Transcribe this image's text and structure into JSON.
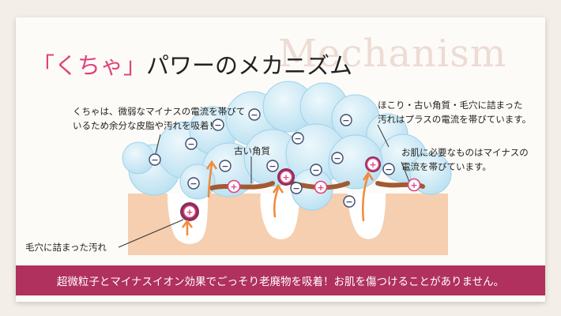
{
  "background_word": "Mechanism",
  "title": {
    "open_bracket": "「",
    "highlight": "くちゃ",
    "close_bracket": "」",
    "rest": "パワーのメカニズム"
  },
  "notes": {
    "left_line1": "くちゃは、微弱なマイナスの電流を帯びて",
    "left_line2": "いるため余分な皮脂や汚れを吸着！",
    "right_top_line1": "ほこり・古い角質・毛穴に詰まった",
    "right_top_line2": "汚れはプラスの電流を帯びています。",
    "right_mid_line1": "お肌に必要なものはマイナスの",
    "right_mid_line2": "電流を帯びています。",
    "old_keratin": "古い角質",
    "pore_dirt": "毛穴に詰まった汚れ"
  },
  "banner": "超微粒子とマイナスイオン効果でごっそり老廃物を吸着！お肌を傷つけることがありません。",
  "symbols": {
    "minus": "−",
    "plus": "+"
  },
  "colors": {
    "accent_pink": "#e0427d",
    "banner": "#b0305e",
    "skin": "#f6cfb0",
    "foam": "#c8e8f5",
    "arrow": "#f08a3c",
    "keratin": "#a35a32"
  }
}
